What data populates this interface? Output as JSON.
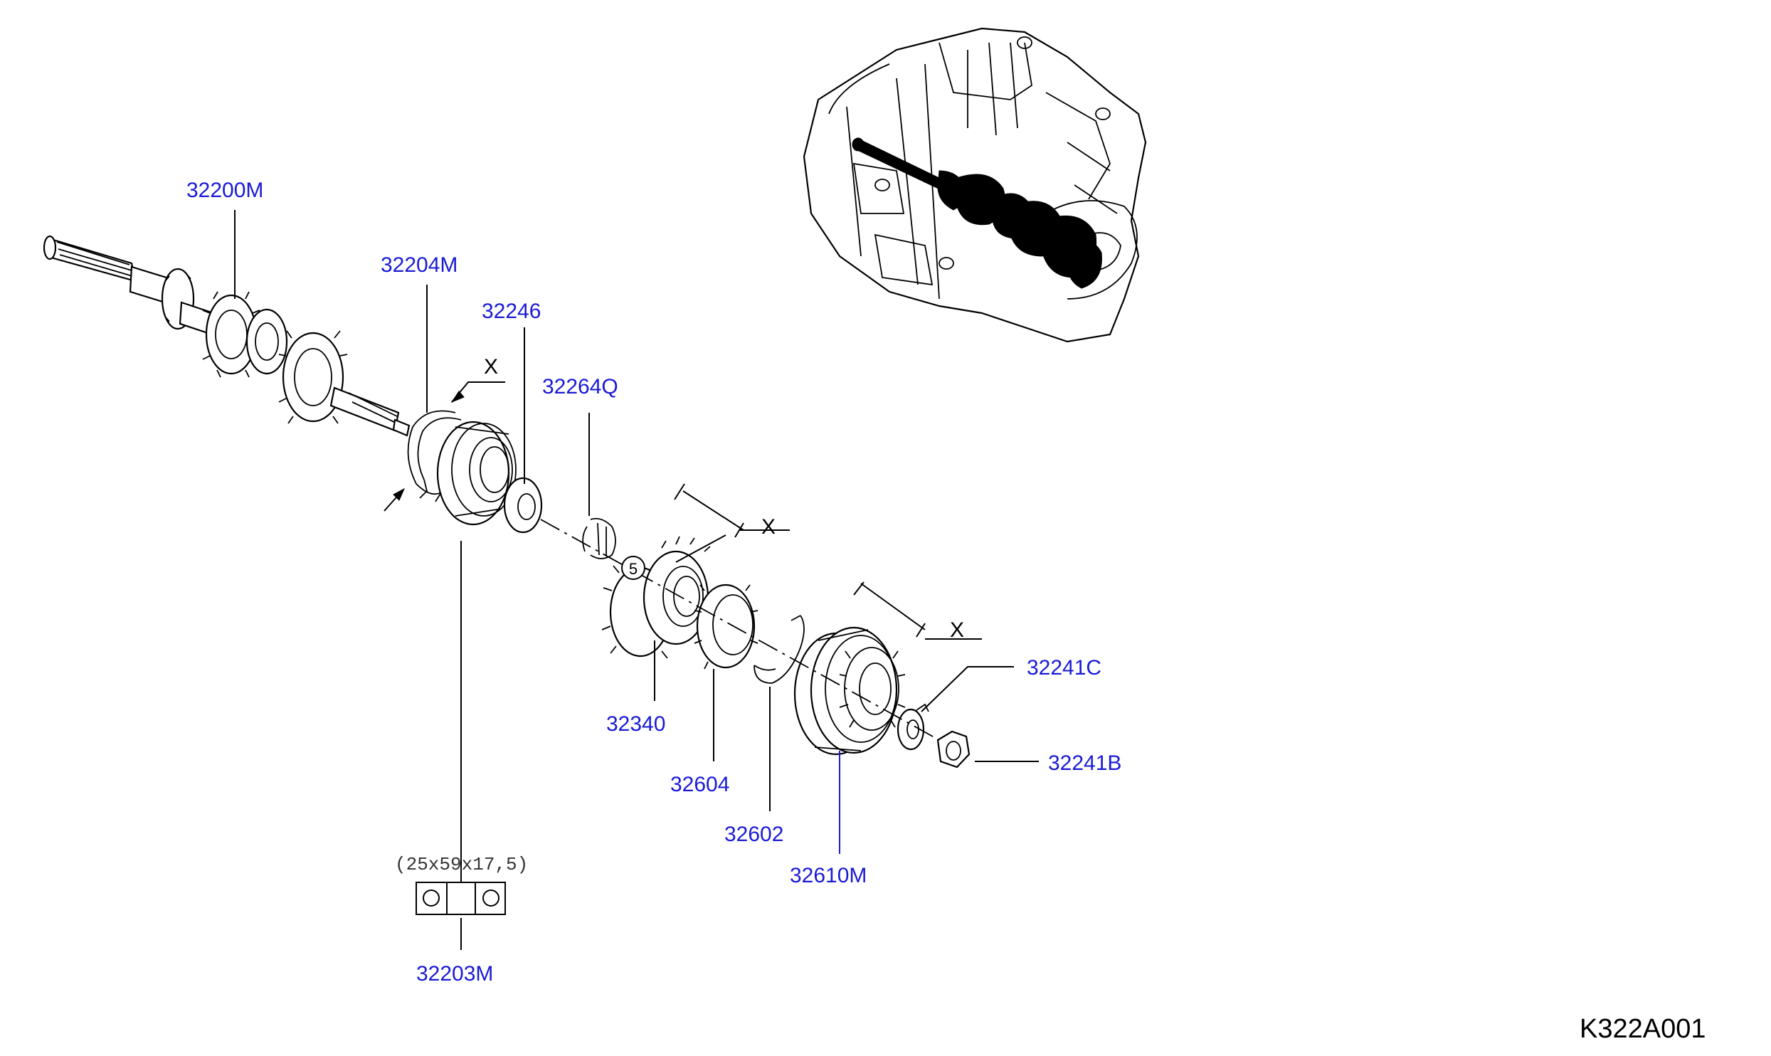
{
  "diagram": {
    "parts": [
      {
        "id": "p1",
        "number": "32200M"
      },
      {
        "id": "p2",
        "number": "32204M"
      },
      {
        "id": "p3",
        "number": "32246"
      },
      {
        "id": "p4",
        "number": "32264Q"
      },
      {
        "id": "p5",
        "number": "32340"
      },
      {
        "id": "p6",
        "number": "32604"
      },
      {
        "id": "p7",
        "number": "32602"
      },
      {
        "id": "p8",
        "number": "32610M"
      },
      {
        "id": "p9",
        "number": "32241C"
      },
      {
        "id": "p10",
        "number": "32241B"
      },
      {
        "id": "p11",
        "number": "32203M"
      }
    ],
    "bearing_spec": "(25x59x17,5)",
    "selective_mark": "X",
    "circled_count": "5",
    "diagram_code": "K322A001"
  },
  "colors": {
    "part_label": "#1a1ad6",
    "line": "#000000",
    "background": "#ffffff"
  }
}
